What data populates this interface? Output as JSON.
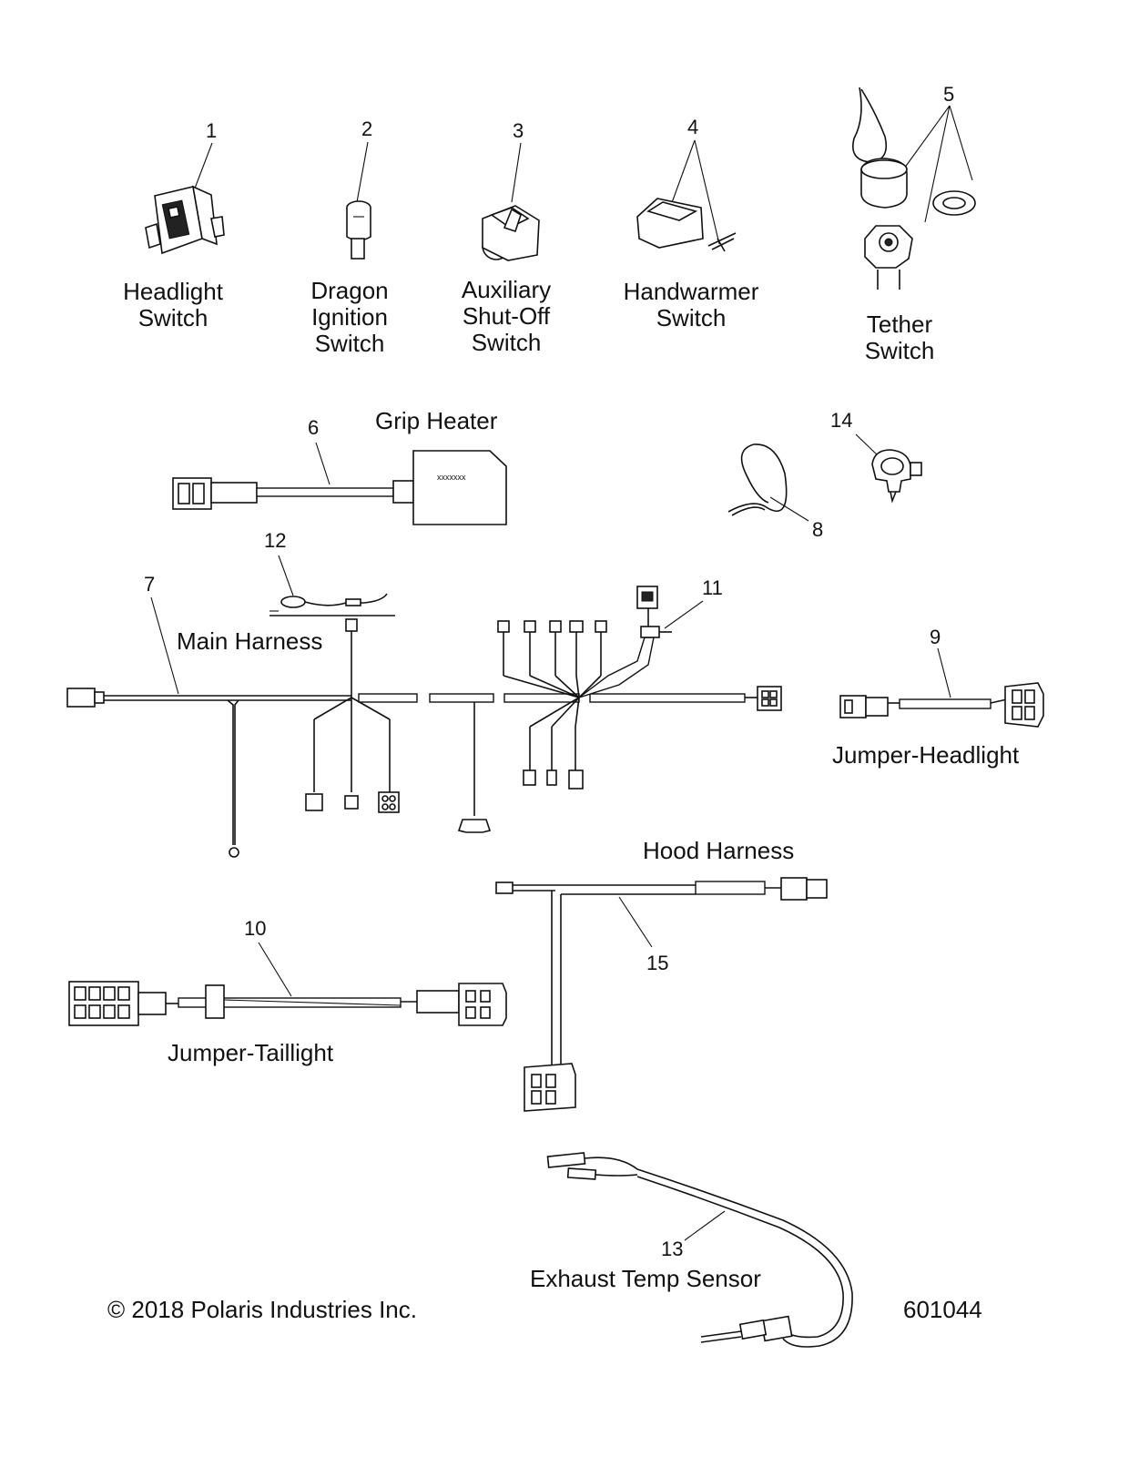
{
  "parts": [
    {
      "number": "1",
      "label_lines": [
        "Headlight",
        "Switch"
      ]
    },
    {
      "number": "2",
      "label_lines": [
        "Dragon",
        "Ignition",
        "Switch"
      ]
    },
    {
      "number": "3",
      "label_lines": [
        "Auxiliary",
        "Shut-Off",
        "Switch"
      ]
    },
    {
      "number": "4",
      "label_lines": [
        "Handwarmer",
        "Switch"
      ]
    },
    {
      "number": "5",
      "label_lines": [
        "Tether",
        "Switch"
      ]
    },
    {
      "number": "6",
      "label_lines": [
        "Grip Heater"
      ]
    },
    {
      "number": "7",
      "label_lines": [
        "Main Harness"
      ]
    },
    {
      "number": "8",
      "label_lines": []
    },
    {
      "number": "9",
      "label_lines": [
        "Jumper-Headlight"
      ]
    },
    {
      "number": "10",
      "label_lines": [
        "Jumper-Taillight"
      ]
    },
    {
      "number": "11",
      "label_lines": []
    },
    {
      "number": "12",
      "label_lines": []
    },
    {
      "number": "13",
      "label_lines": [
        "Exhaust Temp Sensor"
      ]
    },
    {
      "number": "14",
      "label_lines": []
    },
    {
      "number": "15",
      "label_lines": [
        "Hood Harness"
      ]
    }
  ],
  "footer": {
    "copyright": "© 2018 Polaris Industries Inc.",
    "drawing_number": "601044"
  }
}
